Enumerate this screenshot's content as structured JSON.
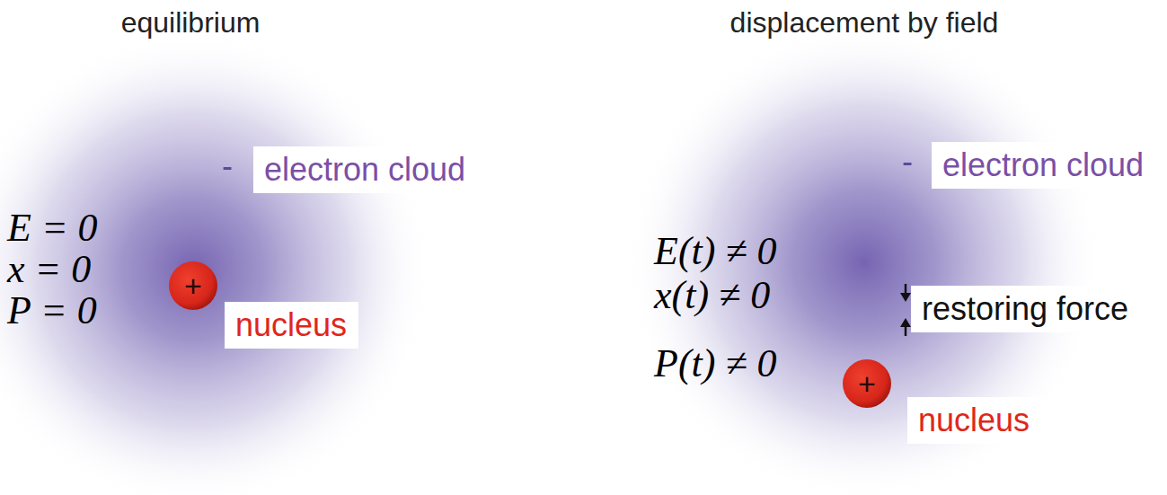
{
  "diagram": {
    "nodes": [
      {
        "text": [
          "electron cloud"
        ]
      },
      {
        "text": [
          "+"
        ]
      },
      {
        "text": [
          "nucleus"
        ]
      },
      {
        "text": [
          "electron cloud"
        ]
      },
      {
        "text": [
          "restoring force"
        ]
      },
      {
        "text": [
          "+"
        ]
      },
      {
        "text": [
          "nucleus"
        ]
      }
    ],
    "labels": [
      "equilibrium",
      "displacement by field",
      "-",
      "E = 0",
      "x = 0",
      "P = 0",
      "-",
      "E(t) ≠ 0",
      "x(t) ≠ 0",
      "P(t) ≠ 0"
    ]
  }
}
